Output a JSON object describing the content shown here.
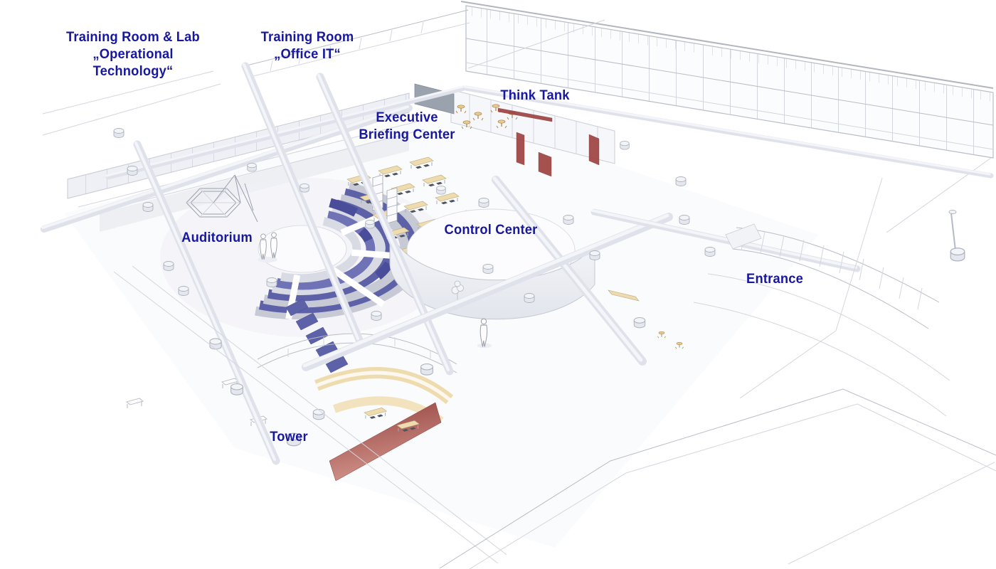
{
  "diagram": {
    "type": "isometric-floorplan-illustration",
    "description": "Wireframe isometric cutaway rendering of a cyber-security training facility",
    "labels": {
      "training_ot": "Training Room & Lab\n„Operational\nTechnology“",
      "training_it": "Training Room\n„Office IT“",
      "think_tank": "Think Tank",
      "executive_briefing_center": "Executive\nBriefing Center",
      "auditorium": "Auditorium",
      "control_center": "Control Center",
      "entrance": "Entrance",
      "tower": "Tower"
    },
    "colors": {
      "label_text": "#1717a0",
      "seat_blue": "#5d61a8",
      "seat_blue2": "#6f73b6",
      "seat_blue_dark": "#4a4e9a",
      "seat_gray": "#c7cad5",
      "seat_gray_light": "#d8dbe3",
      "wall_red": "#9e4341",
      "wall_red_light": "#cf8d84",
      "desk_tan": "#efdcae",
      "desk_tan_deep": "#e8c98e",
      "chair_dark": "#4f545e",
      "line": "#b9bdc7",
      "line_faint": "#d3d6dd",
      "beam_fill": "#dfe2ea",
      "beam_hi": "#f3f5f9",
      "screen_gray": "#9aa2ae"
    }
  }
}
